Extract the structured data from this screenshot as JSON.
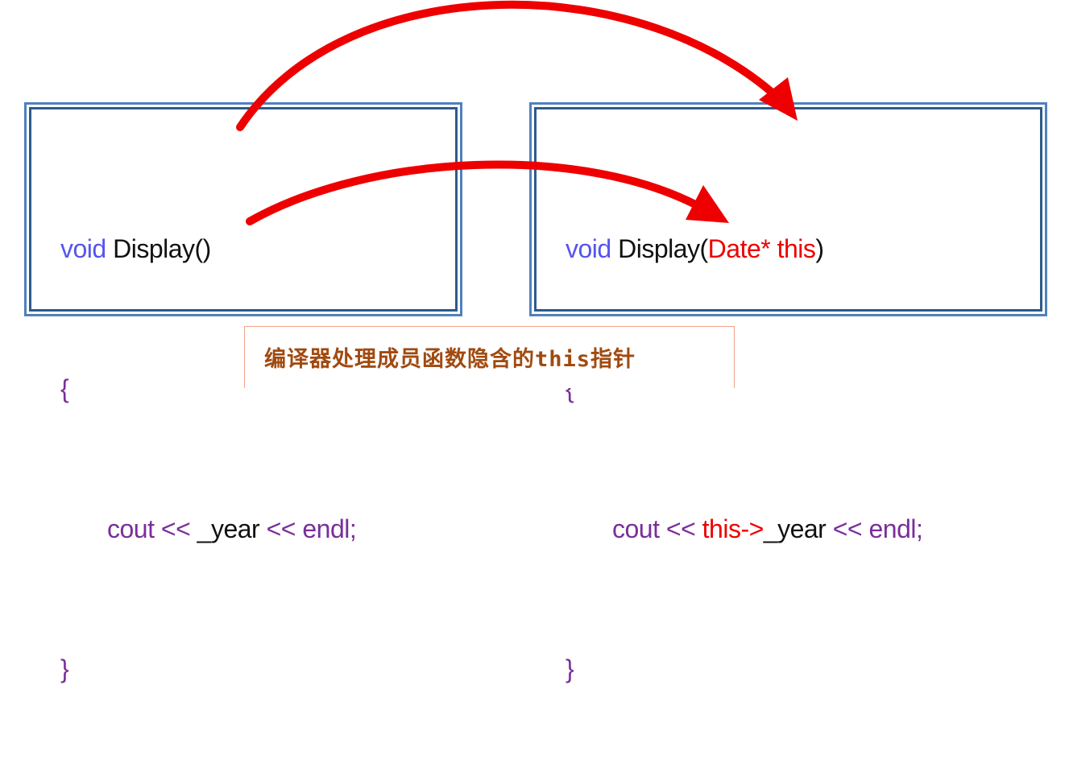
{
  "left_code": {
    "line1": {
      "kw": "void",
      "text": " Display()"
    },
    "line2": {
      "text": "{"
    },
    "line3": {
      "cout": "cout << ",
      "var": "_year",
      "rest": " << endl;"
    },
    "line4": {
      "text": "}"
    }
  },
  "right_code": {
    "line1": {
      "kw": "void",
      "name": " Display(",
      "param": "Date* this",
      "close": ")"
    },
    "line2": {
      "text": "{"
    },
    "line3": {
      "cout": "cout << ",
      "ptr": "this->",
      "var": "_year",
      "rest": " << endl;"
    },
    "line4": {
      "text": "}"
    }
  },
  "caption": "编译器处理成员函数隐含的this指针",
  "colors": {
    "keyword": "#5555ee",
    "brace": "#7a2e9a",
    "highlight": "#ee0000",
    "arrow": "#ee0000",
    "box_border": "#4f81bd",
    "caption_text": "#a04a10"
  }
}
